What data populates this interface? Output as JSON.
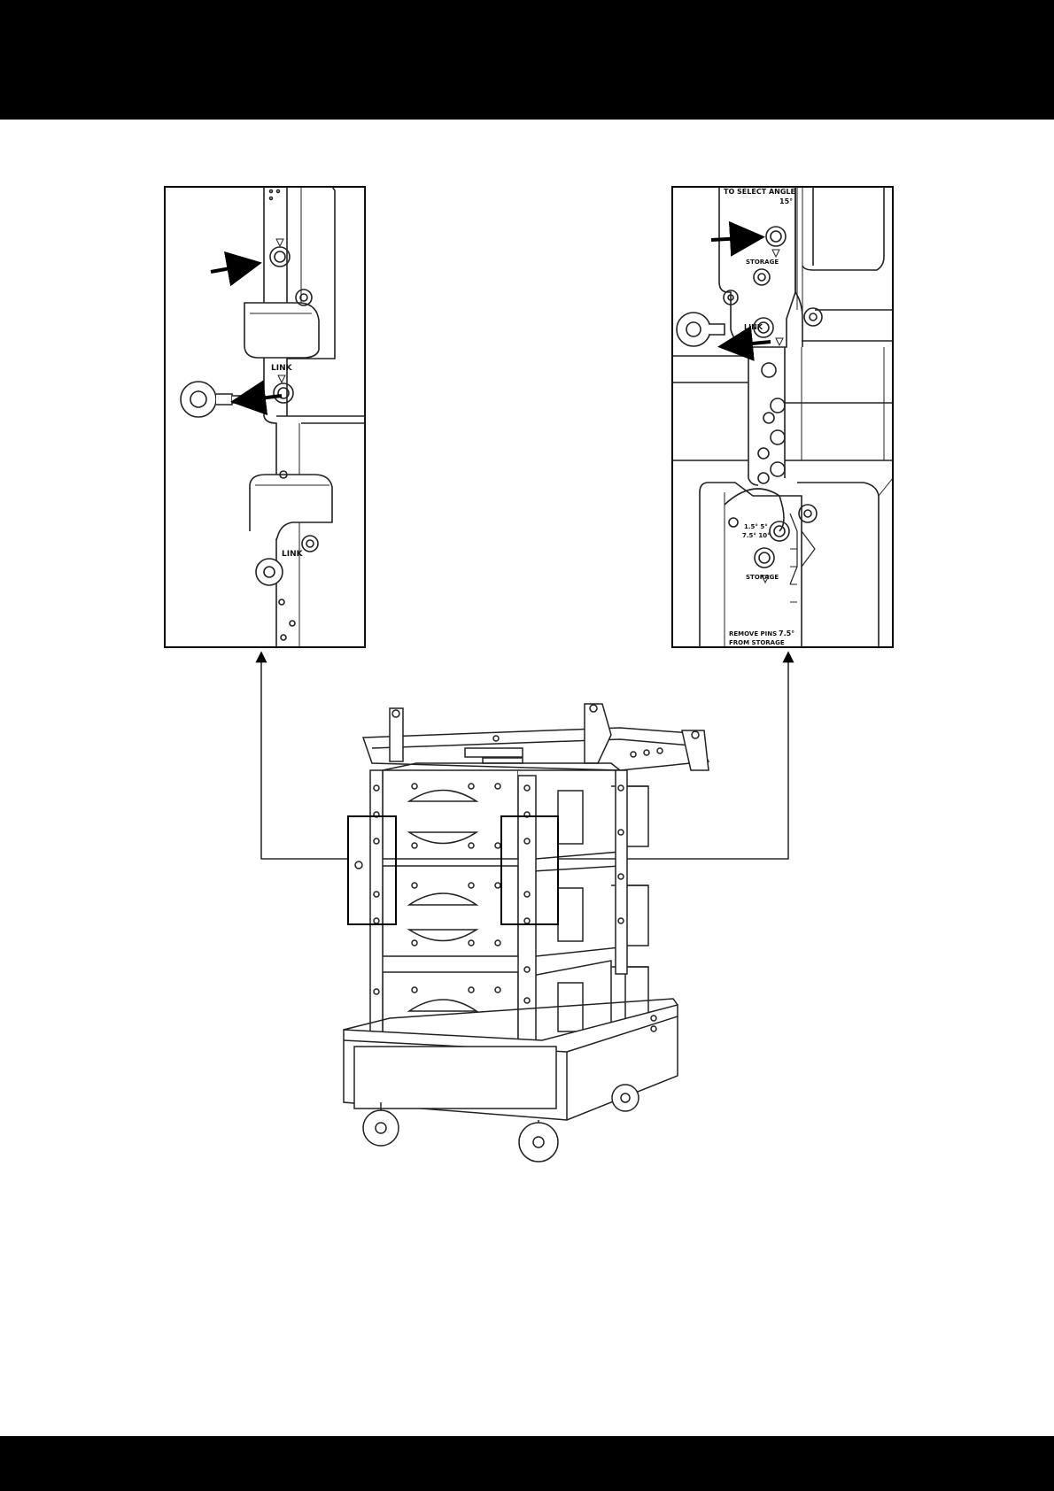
{
  "page": {
    "background": "#ffffff",
    "band_color": "#000000"
  },
  "detail_left": {
    "labels": {
      "upper": "LINK",
      "lower": "LINK"
    }
  },
  "detail_right": {
    "labels": {
      "instruction": "TO SELECT ANGLE",
      "angle_top": "15°",
      "storage_upper": "STORAGE",
      "link": "LINK",
      "angles_pair_a": "1.5° 5°",
      "angles_pair_b": "7.5° 10°",
      "storage_lower": "STORAGE",
      "note_line1": "REMOVE PINS",
      "note_line2": "FROM STORAGE",
      "angle_bottom": "7.5°"
    }
  },
  "icons": {
    "pin": "quick-release-pin-icon",
    "arrow": "pointer-arrow-icon",
    "caster": "caster-wheel-icon"
  }
}
